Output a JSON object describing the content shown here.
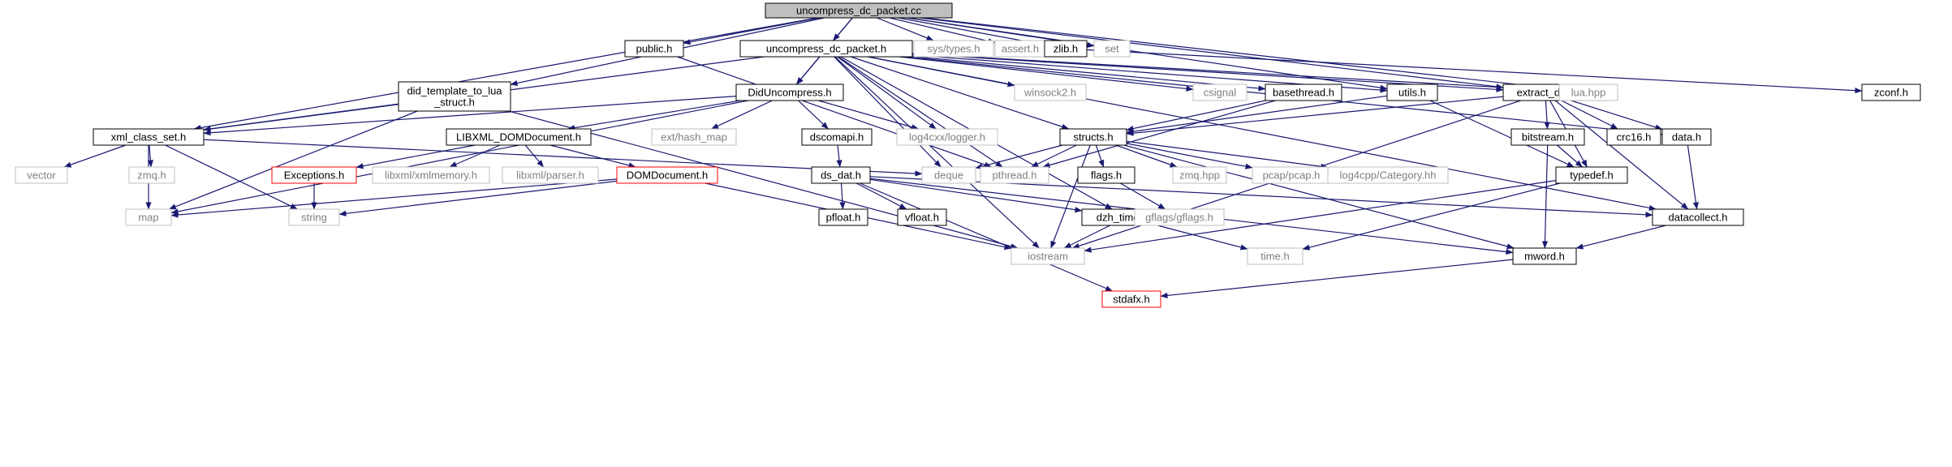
{
  "diagram": {
    "type": "include-dependency-graph",
    "colors": {
      "edge": "#191970",
      "node_border": "#000000",
      "system_border": "#bfbfbf",
      "system_text": "#808080",
      "missing_border": "#ff0000",
      "root_fill": "#bfbfbf",
      "text": "#000000",
      "background": "#ffffff"
    },
    "nodes": [
      {
        "id": "root",
        "label": "uncompress_dc_packet.cc",
        "style": "root"
      },
      {
        "id": "public_h",
        "label": "public.h",
        "style": "normal"
      },
      {
        "id": "sys_types",
        "label": "sys/types.h",
        "style": "system"
      },
      {
        "id": "assert_h",
        "label": "assert.h",
        "style": "system"
      },
      {
        "id": "zlib_h",
        "label": "zlib.h",
        "style": "normal"
      },
      {
        "id": "set",
        "label": "set",
        "style": "system"
      },
      {
        "id": "dcu_h",
        "label": "uncompress_dc_packet.h",
        "style": "normal"
      },
      {
        "id": "did_tpl",
        "label": "did_template_to_lua\n_struct.h",
        "style": "normal"
      },
      {
        "id": "diduncompress",
        "label": "DidUncompress.h",
        "style": "normal"
      },
      {
        "id": "winsock2",
        "label": "winsock2.h",
        "style": "system"
      },
      {
        "id": "csignal",
        "label": "csignal",
        "style": "system"
      },
      {
        "id": "basethread",
        "label": "basethread.h",
        "style": "normal"
      },
      {
        "id": "utils_h",
        "label": "utils.h",
        "style": "normal"
      },
      {
        "id": "extract_dc",
        "label": "extract_dc.h",
        "style": "normal"
      },
      {
        "id": "lua_hpp",
        "label": "lua.hpp",
        "style": "system"
      },
      {
        "id": "zconf_h",
        "label": "zconf.h",
        "style": "normal"
      },
      {
        "id": "xml_class_set",
        "label": "xml_class_set.h",
        "style": "normal"
      },
      {
        "id": "libxml_dom",
        "label": "LIBXML_DOMDocument.h",
        "style": "normal"
      },
      {
        "id": "ext_hash_map",
        "label": "ext/hash_map",
        "style": "system"
      },
      {
        "id": "dscomapi",
        "label": "dscomapi.h",
        "style": "normal"
      },
      {
        "id": "log4cxx",
        "label": "log4cxx/logger.h",
        "style": "system"
      },
      {
        "id": "structs_h",
        "label": "structs.h",
        "style": "normal"
      },
      {
        "id": "bitstream",
        "label": "bitstream.h",
        "style": "normal"
      },
      {
        "id": "crc16",
        "label": "crc16.h",
        "style": "normal"
      },
      {
        "id": "data_h",
        "label": "data.h",
        "style": "normal"
      },
      {
        "id": "vector",
        "label": "vector",
        "style": "system"
      },
      {
        "id": "zmq_h",
        "label": "zmq.h",
        "style": "system"
      },
      {
        "id": "exceptions",
        "label": "Exceptions.h",
        "style": "missing"
      },
      {
        "id": "libxml_mem",
        "label": "libxml/xmlmemory.h",
        "style": "system"
      },
      {
        "id": "libxml_parser",
        "label": "libxml/parser.h",
        "style": "system"
      },
      {
        "id": "domdoc",
        "label": "DOMDocument.h",
        "style": "missing"
      },
      {
        "id": "ds_dat",
        "label": "ds_dat.h",
        "style": "normal"
      },
      {
        "id": "deque",
        "label": "deque",
        "style": "system"
      },
      {
        "id": "pthread",
        "label": "pthread.h",
        "style": "system"
      },
      {
        "id": "flags_h",
        "label": "flags.h",
        "style": "normal"
      },
      {
        "id": "zmq_hpp",
        "label": "zmq.hpp",
        "style": "system"
      },
      {
        "id": "pcap",
        "label": "pcap/pcap.h",
        "style": "system"
      },
      {
        "id": "log4cpp",
        "label": "log4cpp/Category.hh",
        "style": "system"
      },
      {
        "id": "typedef_h",
        "label": "typedef.h",
        "style": "normal"
      },
      {
        "id": "map",
        "label": "map",
        "style": "system"
      },
      {
        "id": "string",
        "label": "string",
        "style": "system"
      },
      {
        "id": "pfloat",
        "label": "pfloat.h",
        "style": "normal"
      },
      {
        "id": "vfloat",
        "label": "vfloat.h",
        "style": "normal"
      },
      {
        "id": "dzh_time",
        "label": "dzh_time_t.h",
        "style": "normal"
      },
      {
        "id": "gflags",
        "label": "gflags/gflags.h",
        "style": "system"
      },
      {
        "id": "datacollect",
        "label": "datacollect.h",
        "style": "normal"
      },
      {
        "id": "iostream",
        "label": "iostream",
        "style": "system"
      },
      {
        "id": "time_h",
        "label": "time.h",
        "style": "system"
      },
      {
        "id": "mword",
        "label": "mword.h",
        "style": "normal"
      },
      {
        "id": "stdafx",
        "label": "stdafx.h",
        "style": "missing"
      }
    ],
    "edges": [
      [
        "root",
        "public_h"
      ],
      [
        "root",
        "sys_types"
      ],
      [
        "root",
        "assert_h"
      ],
      [
        "root",
        "zlib_h"
      ],
      [
        "root",
        "set"
      ],
      [
        "root",
        "dcu_h"
      ],
      [
        "root",
        "did_tpl"
      ],
      [
        "root",
        "diduncompress"
      ],
      [
        "root",
        "xml_class_set"
      ],
      [
        "root",
        "extract_dc"
      ],
      [
        "root",
        "lua_hpp"
      ],
      [
        "root",
        "utils_h"
      ],
      [
        "zlib_h",
        "zconf_h"
      ],
      [
        "public_h",
        "pthread"
      ],
      [
        "dcu_h",
        "diduncompress"
      ],
      [
        "dcu_h",
        "winsock2"
      ],
      [
        "dcu_h",
        "csignal"
      ],
      [
        "dcu_h",
        "basethread"
      ],
      [
        "dcu_h",
        "utils_h"
      ],
      [
        "dcu_h",
        "extract_dc"
      ],
      [
        "dcu_h",
        "lua_hpp"
      ],
      [
        "dcu_h",
        "data_h"
      ],
      [
        "dcu_h",
        "datacollect"
      ],
      [
        "dcu_h",
        "xml_class_set"
      ],
      [
        "dcu_h",
        "log4cxx"
      ],
      [
        "dcu_h",
        "structs_h"
      ],
      [
        "dcu_h",
        "iostream"
      ],
      [
        "dcu_h",
        "dzh_time"
      ],
      [
        "dcu_h",
        "deque"
      ],
      [
        "dcu_h",
        "pthread"
      ],
      [
        "did_tpl",
        "xml_class_set"
      ],
      [
        "did_tpl",
        "map"
      ],
      [
        "did_tpl",
        "iostream"
      ],
      [
        "diduncompress",
        "xml_class_set"
      ],
      [
        "diduncompress",
        "libxml_dom"
      ],
      [
        "diduncompress",
        "ext_hash_map"
      ],
      [
        "diduncompress",
        "dscomapi"
      ],
      [
        "diduncompress",
        "log4cxx"
      ],
      [
        "diduncompress",
        "map"
      ],
      [
        "basethread",
        "structs_h"
      ],
      [
        "basethread",
        "pthread"
      ],
      [
        "utils_h",
        "structs_h"
      ],
      [
        "utils_h",
        "typedef_h"
      ],
      [
        "extract_dc",
        "structs_h"
      ],
      [
        "extract_dc",
        "bitstream"
      ],
      [
        "extract_dc",
        "crc16"
      ],
      [
        "extract_dc",
        "data_h"
      ],
      [
        "extract_dc",
        "typedef_h"
      ],
      [
        "extract_dc",
        "datacollect"
      ],
      [
        "extract_dc",
        "iostream"
      ],
      [
        "xml_class_set",
        "vector"
      ],
      [
        "xml_class_set",
        "zmq_h"
      ],
      [
        "xml_class_set",
        "map"
      ],
      [
        "xml_class_set",
        "string"
      ],
      [
        "xml_class_set",
        "deque"
      ],
      [
        "libxml_dom",
        "exceptions"
      ],
      [
        "libxml_dom",
        "libxml_mem"
      ],
      [
        "libxml_dom",
        "libxml_parser"
      ],
      [
        "libxml_dom",
        "domdoc"
      ],
      [
        "dscomapi",
        "ds_dat"
      ],
      [
        "structs_h",
        "deque"
      ],
      [
        "structs_h",
        "pthread"
      ],
      [
        "structs_h",
        "flags_h"
      ],
      [
        "structs_h",
        "zmq_hpp"
      ],
      [
        "structs_h",
        "pcap"
      ],
      [
        "structs_h",
        "log4cpp"
      ],
      [
        "structs_h",
        "iostream"
      ],
      [
        "structs_h",
        "mword"
      ],
      [
        "bitstream",
        "typedef_h"
      ],
      [
        "bitstream",
        "mword"
      ],
      [
        "data_h",
        "datacollect"
      ],
      [
        "exceptions",
        "string"
      ],
      [
        "domdoc",
        "map"
      ],
      [
        "domdoc",
        "string"
      ],
      [
        "domdoc",
        "iostream"
      ],
      [
        "ds_dat",
        "pfloat"
      ],
      [
        "ds_dat",
        "vfloat"
      ],
      [
        "ds_dat",
        "dzh_time"
      ],
      [
        "ds_dat",
        "datacollect"
      ],
      [
        "ds_dat",
        "mword"
      ],
      [
        "ds_dat",
        "stdafx"
      ],
      [
        "flags_h",
        "gflags"
      ],
      [
        "typedef_h",
        "iostream"
      ],
      [
        "typedef_h",
        "time_h"
      ],
      [
        "dzh_time",
        "iostream"
      ],
      [
        "dzh_time",
        "time_h"
      ],
      [
        "datacollect",
        "mword"
      ],
      [
        "mword",
        "stdafx"
      ]
    ]
  }
}
